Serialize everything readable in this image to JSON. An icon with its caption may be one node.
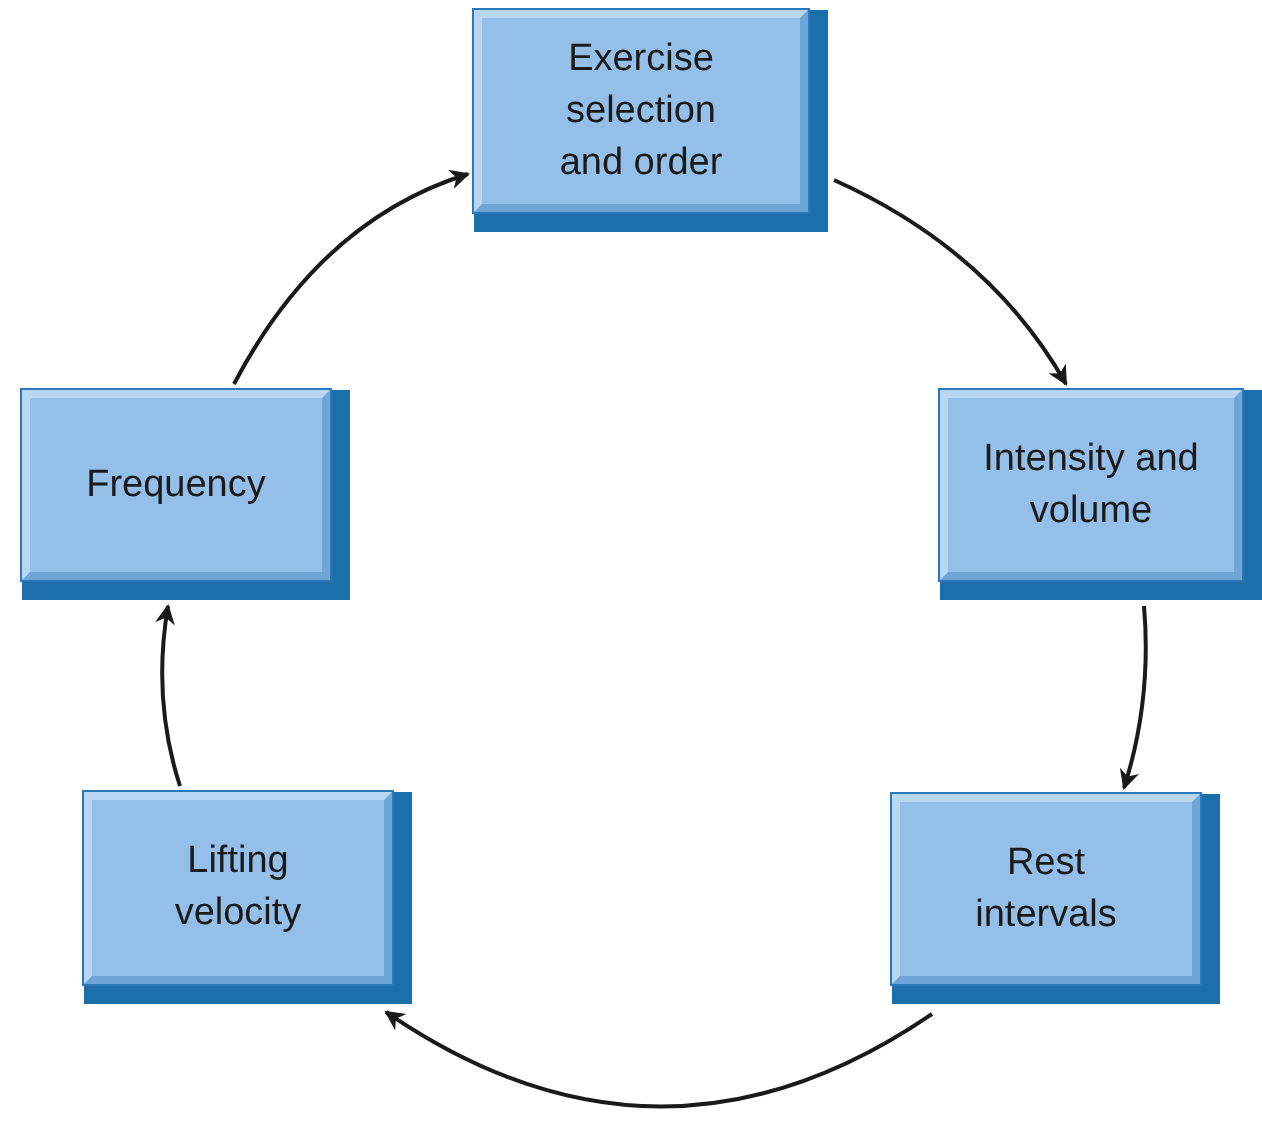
{
  "diagram": {
    "nodes": [
      {
        "text": [
          "Exercise selection and order"
        ]
      },
      {
        "text": [
          "Intensity and volume"
        ]
      },
      {
        "text": [
          "Rest intervals"
        ]
      },
      {
        "text": [
          "Lifting velocity"
        ]
      },
      {
        "text": [
          "Frequency"
        ]
      }
    ],
    "edges": [
      {
        "from": 0,
        "to": 1,
        "arrow": "to"
      },
      {
        "from": 1,
        "to": 2,
        "arrow": "to"
      },
      {
        "from": 2,
        "to": 3,
        "arrow": "to"
      },
      {
        "from": 3,
        "to": 4,
        "arrow": "to"
      },
      {
        "from": 4,
        "to": 0,
        "arrow": "to"
      }
    ]
  }
}
